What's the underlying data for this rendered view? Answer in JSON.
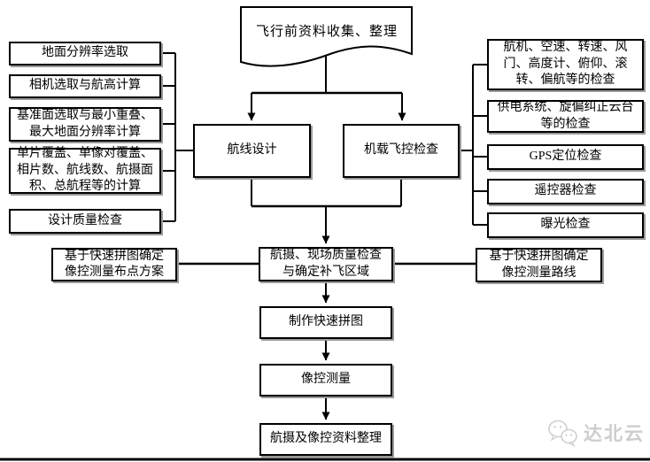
{
  "diagram": {
    "start": "飞行前资料收集、整理",
    "left_column": [
      "地面分辨率选取",
      "相机选取与航高计算",
      "基准面选取与最小重叠、最大地面分辨率计算",
      "单片覆盖、单像对覆盖、相片数、航线数、航摄面积、总航程等的计算",
      "设计质量检查"
    ],
    "route_design": "航线设计",
    "flight_control_check": "机载飞控检查",
    "right_column": [
      "航机、空速、转速、风门、高度计、俯仰、滚转、偏航等的检查",
      "供电系统、旋偏纠正云台等的检查",
      "GPS定位检查",
      "遥控器检查",
      "曝光检查"
    ],
    "mid_left": "基于快速拼图确定像控测量布点方案",
    "mid_center": "航摄、现场质量检查与确定补飞区域",
    "mid_right": "基于快速拼图确定像控测量路线",
    "step_quick_mosaic": "制作快速拼图",
    "step_image_control_survey": "像控测量",
    "step_data_sorting": "航摄及像控资料整理"
  },
  "watermark": {
    "label": "达北云",
    "icon": "wechat-icon"
  },
  "colors": {
    "line": "#000000",
    "box_border": "#000000",
    "box_background": "#ffffff",
    "box_shadow": "#9a9a9a",
    "watermark": "#cdcdcd",
    "background": "#ffffff"
  }
}
